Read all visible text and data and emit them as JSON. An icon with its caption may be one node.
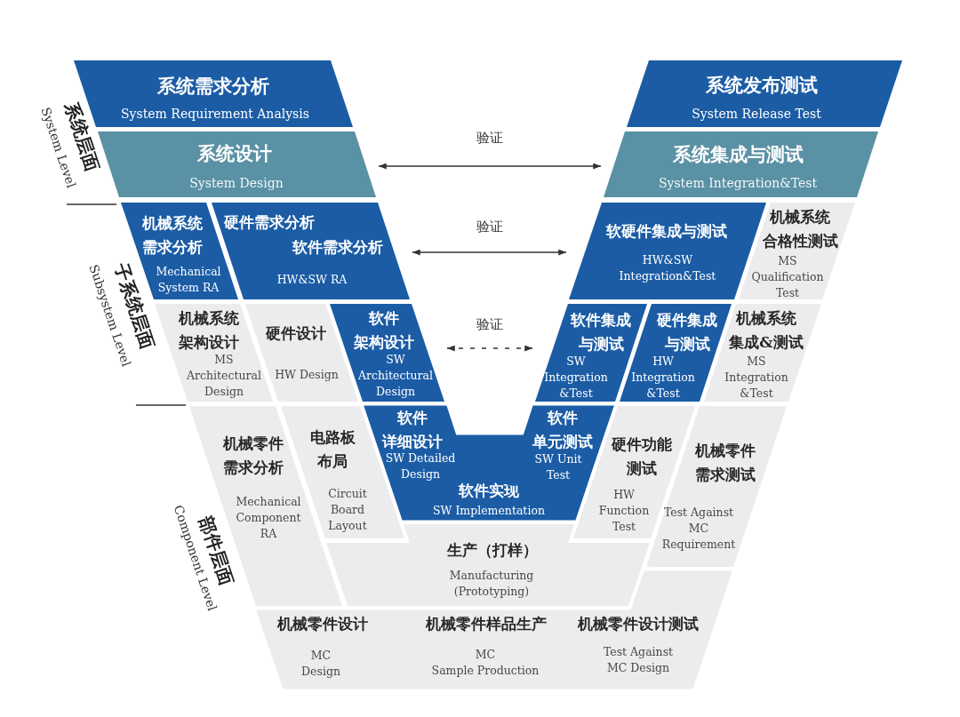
{
  "diagram": {
    "nodes": [
      {
        "text": [
          "系统需求分析",
          "System Requirement Analysis"
        ]
      },
      {
        "text": [
          "系统发布测试",
          "System Release Test"
        ]
      },
      {
        "text": [
          "系统设计",
          "System Design"
        ]
      },
      {
        "text": [
          "系统集成与测试",
          "System Integration&Test"
        ]
      },
      {
        "text": [
          "机械系统需求分析",
          "Mechanical System RA"
        ]
      },
      {
        "text": [
          "硬件需求分析",
          "软件需求分析",
          "HW&SW RA"
        ]
      },
      {
        "text": [
          "软硬件集成与测试",
          "HW&SW Integration&Test"
        ]
      },
      {
        "text": [
          "机械系统合格性测试",
          "MS Qualification Test"
        ]
      },
      {
        "text": [
          "机械系统架构设计",
          "MS Architectural Design"
        ]
      },
      {
        "text": [
          "硬件设计",
          "HW Design"
        ]
      },
      {
        "text": [
          "软件架构设计",
          "SW Architectural Design"
        ]
      },
      {
        "text": [
          "软件集成与测试",
          "SW Integration &Test"
        ]
      },
      {
        "text": [
          "硬件集成与测试",
          "HW Integration &Test"
        ]
      },
      {
        "text": [
          "机械系统集成&测试",
          "MS Integration &Test"
        ]
      },
      {
        "text": [
          "机械零件需求分析",
          "Mechanical Component RA"
        ]
      },
      {
        "text": [
          "电路板布局",
          "Circuit Board Layout"
        ]
      },
      {
        "text": [
          "软件详细设计",
          "SW Detailed Design"
        ]
      },
      {
        "text": [
          "软件实现",
          "SW Implementation"
        ]
      },
      {
        "text": [
          "软件单元测试",
          "SW Unit Test"
        ]
      },
      {
        "text": [
          "硬件功能测试",
          "HW Function Test"
        ]
      },
      {
        "text": [
          "机械零件需求测试",
          "Test Against MC Requirement"
        ]
      },
      {
        "text": [
          "生产（打样）",
          "Manufacturing (Prototyping)"
        ]
      },
      {
        "text": [
          "机械零件设计",
          "MC Design"
        ]
      },
      {
        "text": [
          "机械零件样品生产",
          "MC Sample Production"
        ]
      },
      {
        "text": [
          "机械零件设计测试",
          "Test Against MC Design"
        ]
      }
    ],
    "edges": [
      {
        "from": 2,
        "to": 3,
        "arrow": "both",
        "label": "验证"
      },
      {
        "from": 5,
        "to": 6,
        "arrow": "both",
        "label": "验证"
      },
      {
        "from": 10,
        "to": 11,
        "arrow": "both",
        "label": "验证",
        "style": "dashed"
      }
    ],
    "labels": [
      "系统层面",
      "System Level",
      "子系统层面",
      "Subsystem Level",
      "部件层面",
      "Component Level"
    ]
  }
}
